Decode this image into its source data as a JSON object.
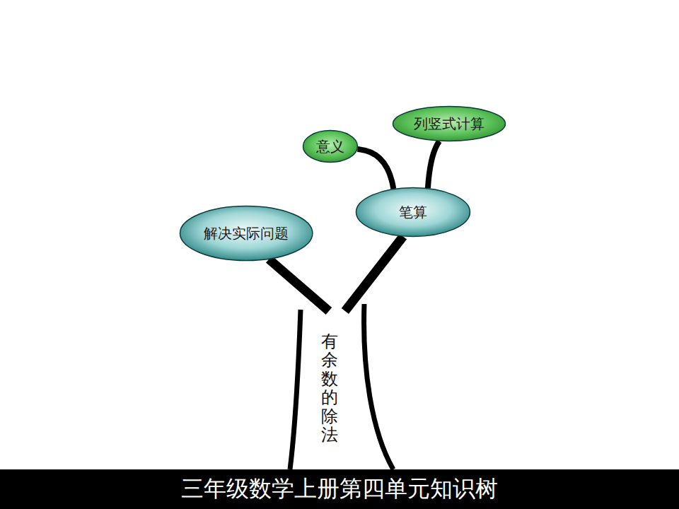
{
  "diagram": {
    "title": "三年级数学上册第四单元知识树",
    "nodes": [
      {
        "text": [
          "意义"
        ]
      },
      {
        "text": [
          "列竖式计算"
        ]
      },
      {
        "text": [
          "笔算"
        ]
      },
      {
        "text": [
          "解决实际问题"
        ]
      },
      {
        "text": [
          "有余数的除法"
        ]
      }
    ],
    "edges": [
      {
        "from": 4,
        "to": 3,
        "arrow": "none"
      },
      {
        "from": 4,
        "to": 2,
        "arrow": "none"
      },
      {
        "from": 2,
        "to": 0,
        "arrow": "none"
      },
      {
        "from": 2,
        "to": 1,
        "arrow": "none"
      }
    ]
  }
}
